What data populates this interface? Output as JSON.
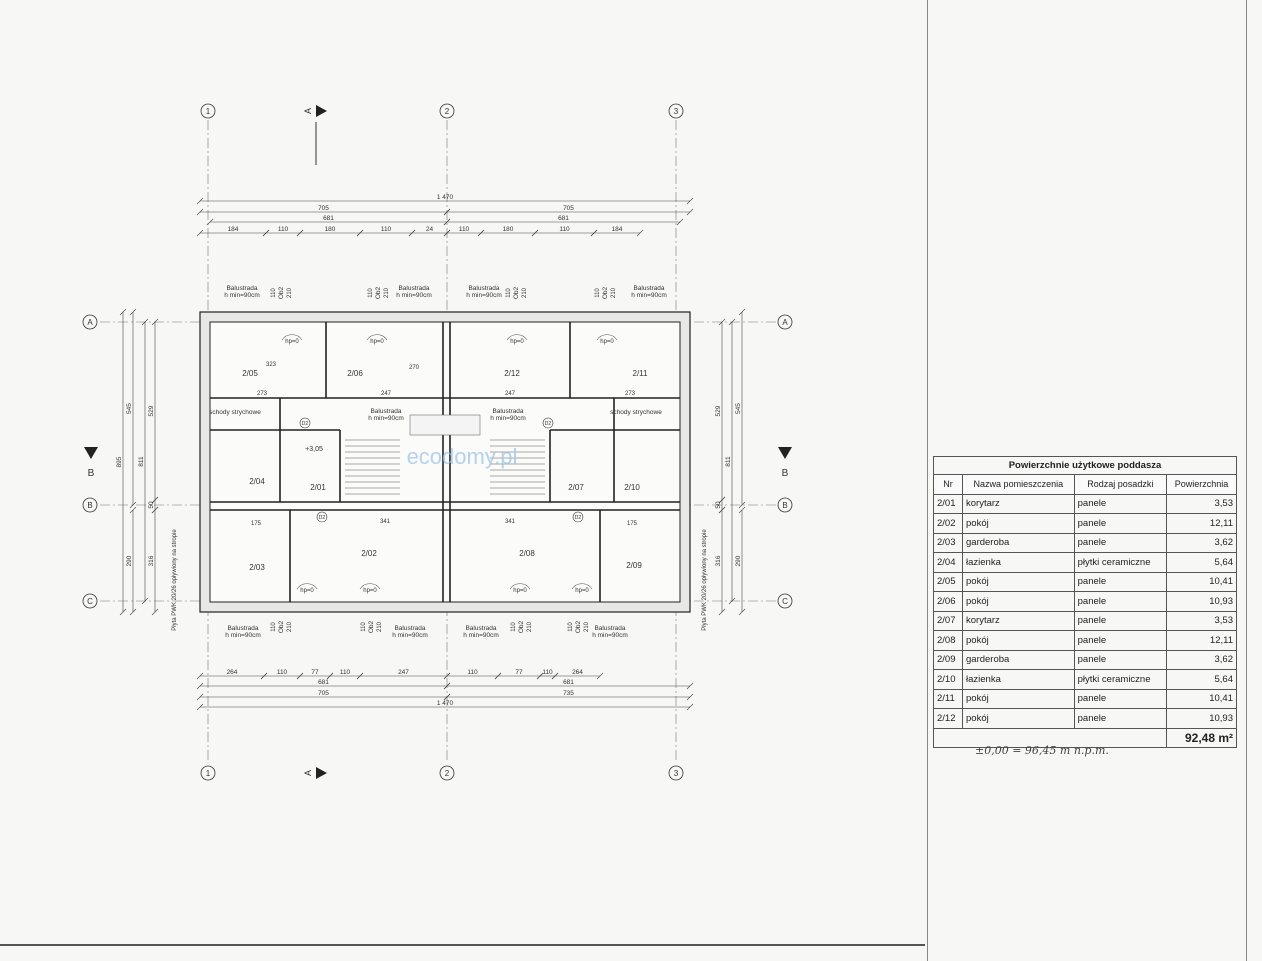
{
  "plan": {
    "axes_vertical": [
      "1",
      "2",
      "3"
    ],
    "axes_horizontal": [
      "A",
      "B",
      "C"
    ],
    "section_mark": "A",
    "section_mark_side": "B",
    "rooms": [
      "2/05",
      "2/06",
      "2/12",
      "2/11",
      "2/04",
      "2/01",
      "2/07",
      "2/10",
      "2/03",
      "2/02",
      "2/08",
      "2/09"
    ],
    "dims_top": {
      "total": "1 470",
      "left": "705",
      "right": "705",
      "inner_left": "681",
      "inner_right": "681",
      "segments": [
        "184",
        "110",
        "180",
        "110",
        "24",
        "110",
        "180",
        "110",
        "184"
      ]
    },
    "dims_bottom": {
      "total": "1 470",
      "left": "705",
      "right": "735",
      "inner_left": "681",
      "inner_right": "681",
      "segments": [
        "264",
        "110",
        "77",
        "110",
        "247",
        "110",
        "77",
        "110",
        "264"
      ]
    },
    "dims_left": [
      "895",
      "545",
      "529",
      "811",
      "50",
      "290",
      "316"
    ],
    "dims_right": [
      "545",
      "529",
      "811",
      "50",
      "290",
      "316"
    ],
    "inner_dims": [
      "273",
      "247",
      "247",
      "273",
      "341",
      "341",
      "323",
      "270",
      "175",
      "175"
    ],
    "balustrade": "Balustrada",
    "balustrade_h": "h min=90cm",
    "stairs_label": "schody strychowe",
    "window_ob": "Ob2",
    "window_dims": [
      "110",
      "210"
    ],
    "door_marks": [
      "D2",
      "D2",
      "D2",
      "D2"
    ],
    "hpp": "hp=0",
    "level": "+3,05",
    "plate_left": "Płyta PWK 20/26 opływiony na stropie",
    "plate_right": "Płyta PWK 20/26 opływiony na stropie",
    "watermark": "ecodomy.pl"
  },
  "table": {
    "title": "Powierzchnie użytkowe poddasza",
    "headers": [
      "Nr",
      "Nazwa pomieszczenia",
      "Rodzaj posadzki",
      "Powierzchnia"
    ],
    "rows": [
      [
        "2/01",
        "korytarz",
        "panele",
        "3,53"
      ],
      [
        "2/02",
        "pokój",
        "panele",
        "12,11"
      ],
      [
        "2/03",
        "garderoba",
        "panele",
        "3,62"
      ],
      [
        "2/04",
        "łazienka",
        "płytki ceramiczne",
        "5,64"
      ],
      [
        "2/05",
        "pokój",
        "panele",
        "10,41"
      ],
      [
        "2/06",
        "pokój",
        "panele",
        "10,93"
      ],
      [
        "2/07",
        "korytarz",
        "panele",
        "3,53"
      ],
      [
        "2/08",
        "pokój",
        "panele",
        "12,11"
      ],
      [
        "2/09",
        "garderoba",
        "panele",
        "3,62"
      ],
      [
        "2/10",
        "łazienka",
        "płytki ceramiczne",
        "5,64"
      ],
      [
        "2/11",
        "pokój",
        "panele",
        "10,41"
      ],
      [
        "2/12",
        "pokój",
        "panele",
        "10,93"
      ]
    ],
    "total": "92,48 m²"
  },
  "elevation_note": "±0,00 = 96,45 m n.p.m."
}
